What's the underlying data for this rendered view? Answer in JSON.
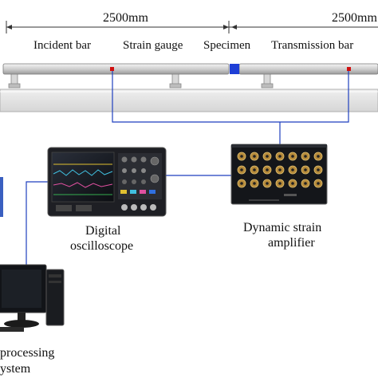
{
  "dimensions": {
    "left_span": "2500mm",
    "right_span": "2500mm"
  },
  "labels": {
    "incident_bar": "Incident bar",
    "strain_gauge": "Strain gauge",
    "specimen": "Specimen",
    "transmission_bar": "Transmission bar",
    "oscilloscope_line1": "Digital",
    "oscilloscope_line2": "oscilloscope",
    "amplifier_line1": "Dynamic strain",
    "amplifier_line2": "amplifier",
    "processing_line1": "processing",
    "processing_line2": "ystem"
  },
  "colors": {
    "signal_wire": "#1f3fbf",
    "specimen": "#1f3fd6",
    "gauge": "#d01010",
    "bar": "#c8c8c8",
    "bench": "#e6e6e6"
  }
}
